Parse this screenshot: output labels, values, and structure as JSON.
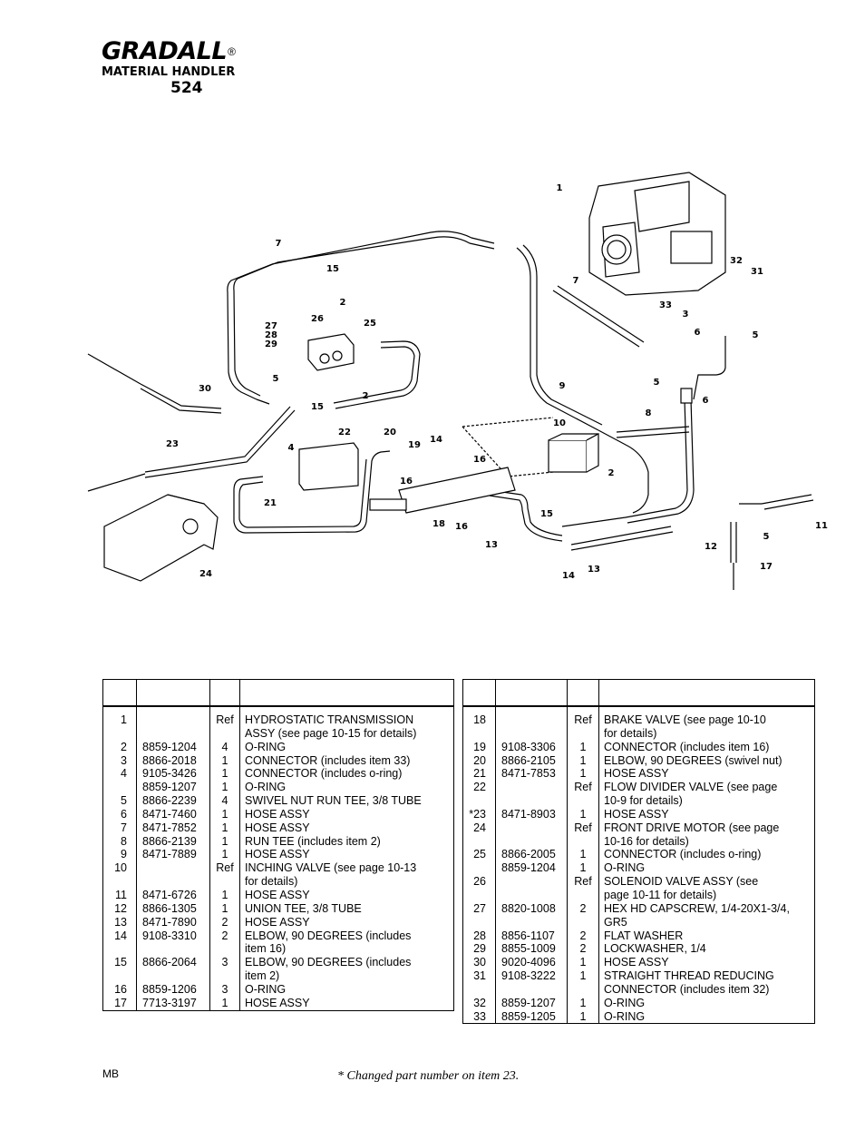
{
  "header": {
    "brand": "GRADALL",
    "registered_mark": "®",
    "subtitle": "MATERIAL HANDLER",
    "model": "524"
  },
  "diagram": {
    "callouts": [
      {
        "label": "1"
      },
      {
        "label": "2"
      },
      {
        "label": "2"
      },
      {
        "label": "2"
      },
      {
        "label": "3"
      },
      {
        "label": "4"
      },
      {
        "label": "5"
      },
      {
        "label": "5"
      },
      {
        "label": "5"
      },
      {
        "label": "5"
      },
      {
        "label": "6"
      },
      {
        "label": "6"
      },
      {
        "label": "7"
      },
      {
        "label": "7"
      },
      {
        "label": "8"
      },
      {
        "label": "9"
      },
      {
        "label": "10"
      },
      {
        "label": "11"
      },
      {
        "label": "12"
      },
      {
        "label": "13"
      },
      {
        "label": "13"
      },
      {
        "label": "14"
      },
      {
        "label": "14"
      },
      {
        "label": "15"
      },
      {
        "label": "15"
      },
      {
        "label": "15"
      },
      {
        "label": "16"
      },
      {
        "label": "16"
      },
      {
        "label": "16"
      },
      {
        "label": "17"
      },
      {
        "label": "18"
      },
      {
        "label": "19"
      },
      {
        "label": "20"
      },
      {
        "label": "21"
      },
      {
        "label": "22"
      },
      {
        "label": "23"
      },
      {
        "label": "24"
      },
      {
        "label": "25"
      },
      {
        "label": "26"
      },
      {
        "label": "27"
      },
      {
        "label": "28"
      },
      {
        "label": "29"
      },
      {
        "label": "30"
      },
      {
        "label": "31"
      },
      {
        "label": "32"
      },
      {
        "label": "33"
      }
    ]
  },
  "parts_table": {
    "left": {
      "item": "1\n\n2\n3\n4\n\n5\n6\n7\n8\n9\n10\n\n11\n12\n13\n14\n\n15\n\n16\n17",
      "part": "\n\n8859-1204\n8866-2018\n9105-3426\n8859-1207\n8866-2239\n8471-7460\n8471-7852\n8866-2139\n8471-7889\n\n\n8471-6726\n8866-1305\n8471-7890\n9108-3310\n\n8866-2064\n\n8859-1206\n7713-3197",
      "qty": "Ref\n\n4\n1\n1\n1\n4\n1\n1\n1\n1\nRef\n\n1\n1\n2\n2\n\n3\n\n3\n1",
      "desc": "HYDROSTATIC TRANSMISSION\nASSY (see page 10-15 for details)\nO-RING\nCONNECTOR (includes item 33)\nCONNECTOR (includes o-ring)\nO-RING\nSWIVEL NUT RUN TEE, 3/8 TUBE\nHOSE ASSY\nHOSE ASSY\nRUN TEE (includes item 2)\nHOSE ASSY\nINCHING VALVE (see page 10-13\nfor details)\nHOSE ASSY\nUNION TEE, 3/8 TUBE\nHOSE ASSY\nELBOW, 90 DEGREES (includes\nitem 16)\nELBOW, 90 DEGREES (includes\nitem 2)\nO-RING\nHOSE ASSY"
    },
    "right": {
      "item": "18\n\n19\n20\n21\n22\n\n*23\n24\n\n25\n\n26\n\n27\n\n28\n29\n30\n31\n\n32\n33",
      "part": "\n\n9108-3306\n8866-2105\n8471-7853\n\n\n8471-8903\n\n\n8866-2005\n8859-1204\n\n\n8820-1008\n\n8856-1107\n8855-1009\n9020-4096\n9108-3222\n\n8859-1207\n8859-1205",
      "qty": "Ref\n\n1\n1\n1\nRef\n\n1\nRef\n\n1\n1\nRef\n\n2\n\n2\n2\n1\n1\n\n1\n1",
      "desc": "BRAKE VALVE (see  page 10-10\nfor details)\nCONNECTOR (includes item 16)\nELBOW, 90 DEGREES (swivel nut)\nHOSE ASSY\nFLOW DIVIDER VALVE (see page\n10-9 for details)\nHOSE ASSY\nFRONT DRIVE MOTOR (see page\n10-16 for details)\nCONNECTOR (includes o-ring)\nO-RING\nSOLENOID VALVE ASSY (see\npage 10-11 for details)\nHEX HD CAPSCREW, 1/4-20X1-3/4,\nGR5\nFLAT WASHER\nLOCKWASHER, 1/4\nHOSE ASSY\nSTRAIGHT THREAD REDUCING\nCONNECTOR (includes item 32)\nO-RING\nO-RING"
    }
  },
  "footer": {
    "code": "MB",
    "footnote": "*  Changed part number on item 23."
  }
}
